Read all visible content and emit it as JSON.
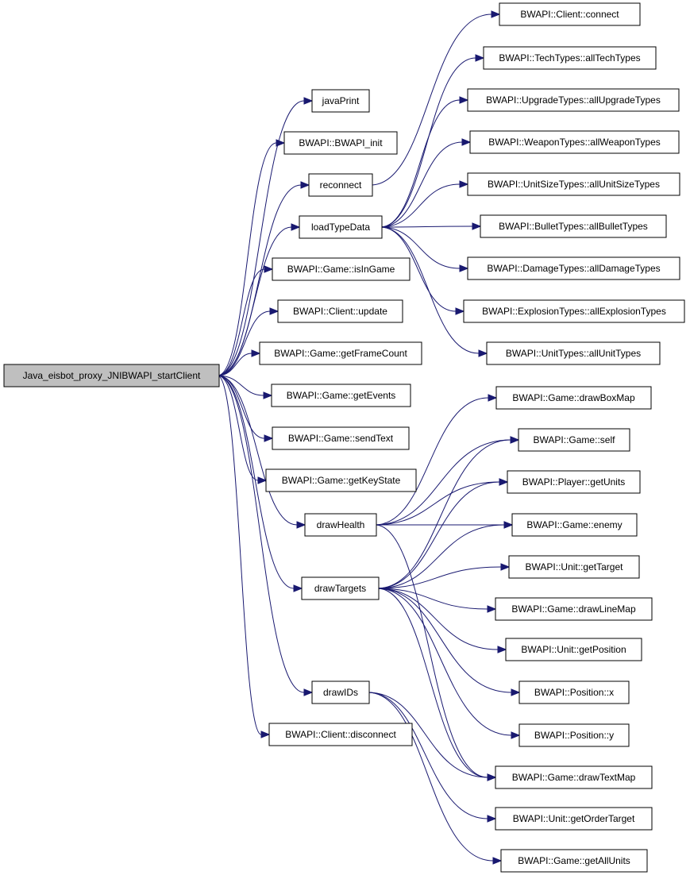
{
  "diagram": {
    "edge_color": "#191970",
    "root_fill": "#bfbfbf",
    "node_fill": "#ffffff",
    "root": "Java_eisbot_proxy_JNIBWAPI_startClient",
    "nodes": {
      "root": "Java_eisbot_proxy_JNIBWAPI_startClient",
      "javaPrint": "javaPrint",
      "bwapi_init": "BWAPI::BWAPI_init",
      "reconnect": "reconnect",
      "loadTypeData": "loadTypeData",
      "isInGame": "BWAPI::Game::isInGame",
      "client_update": "BWAPI::Client::update",
      "getFrameCount": "BWAPI::Game::getFrameCount",
      "getEvents": "BWAPI::Game::getEvents",
      "sendText": "BWAPI::Game::sendText",
      "getKeyState": "BWAPI::Game::getKeyState",
      "drawHealth": "drawHealth",
      "drawTargets": "drawTargets",
      "drawIDs": "drawIDs",
      "client_disconnect": "BWAPI::Client::disconnect",
      "client_connect": "BWAPI::Client::connect",
      "allTechTypes": "BWAPI::TechTypes::allTechTypes",
      "allUpgradeTypes": "BWAPI::UpgradeTypes::allUpgradeTypes",
      "allWeaponTypes": "BWAPI::WeaponTypes::allWeaponTypes",
      "allUnitSizeTypes": "BWAPI::UnitSizeTypes::allUnitSizeTypes",
      "allBulletTypes": "BWAPI::BulletTypes::allBulletTypes",
      "allDamageTypes": "BWAPI::DamageTypes::allDamageTypes",
      "allExplosionTypes": "BWAPI::ExplosionTypes::allExplosionTypes",
      "allUnitTypes": "BWAPI::UnitTypes::allUnitTypes",
      "drawBoxMap": "BWAPI::Game::drawBoxMap",
      "game_self": "BWAPI::Game::self",
      "player_getUnits": "BWAPI::Player::getUnits",
      "game_enemy": "BWAPI::Game::enemy",
      "unit_getTarget": "BWAPI::Unit::getTarget",
      "drawLineMap": "BWAPI::Game::drawLineMap",
      "unit_getPosition": "BWAPI::Unit::getPosition",
      "position_x": "BWAPI::Position::x",
      "position_y": "BWAPI::Position::y",
      "drawTextMap": "BWAPI::Game::drawTextMap",
      "unit_getOrderTarget": "BWAPI::Unit::getOrderTarget",
      "getAllUnits": "BWAPI::Game::getAllUnits"
    },
    "edges": [
      [
        "root",
        "javaPrint"
      ],
      [
        "root",
        "bwapi_init"
      ],
      [
        "root",
        "reconnect"
      ],
      [
        "root",
        "loadTypeData"
      ],
      [
        "root",
        "isInGame"
      ],
      [
        "root",
        "client_update"
      ],
      [
        "root",
        "getFrameCount"
      ],
      [
        "root",
        "getEvents"
      ],
      [
        "root",
        "sendText"
      ],
      [
        "root",
        "getKeyState"
      ],
      [
        "root",
        "drawHealth"
      ],
      [
        "root",
        "drawTargets"
      ],
      [
        "root",
        "drawIDs"
      ],
      [
        "root",
        "client_disconnect"
      ],
      [
        "reconnect",
        "client_connect"
      ],
      [
        "loadTypeData",
        "allTechTypes"
      ],
      [
        "loadTypeData",
        "allUpgradeTypes"
      ],
      [
        "loadTypeData",
        "allWeaponTypes"
      ],
      [
        "loadTypeData",
        "allUnitSizeTypes"
      ],
      [
        "loadTypeData",
        "allBulletTypes"
      ],
      [
        "loadTypeData",
        "allDamageTypes"
      ],
      [
        "loadTypeData",
        "allExplosionTypes"
      ],
      [
        "loadTypeData",
        "allUnitTypes"
      ],
      [
        "drawHealth",
        "drawBoxMap"
      ],
      [
        "drawHealth",
        "game_self"
      ],
      [
        "drawHealth",
        "player_getUnits"
      ],
      [
        "drawHealth",
        "game_enemy"
      ],
      [
        "drawHealth",
        "drawTextMap"
      ],
      [
        "drawTargets",
        "game_self"
      ],
      [
        "drawTargets",
        "player_getUnits"
      ],
      [
        "drawTargets",
        "game_enemy"
      ],
      [
        "drawTargets",
        "unit_getTarget"
      ],
      [
        "drawTargets",
        "drawLineMap"
      ],
      [
        "drawTargets",
        "unit_getPosition"
      ],
      [
        "drawTargets",
        "position_x"
      ],
      [
        "drawTargets",
        "position_y"
      ],
      [
        "drawTargets",
        "drawTextMap"
      ],
      [
        "drawIDs",
        "drawTextMap"
      ],
      [
        "drawIDs",
        "unit_getOrderTarget"
      ],
      [
        "drawIDs",
        "getAllUnits"
      ]
    ]
  }
}
